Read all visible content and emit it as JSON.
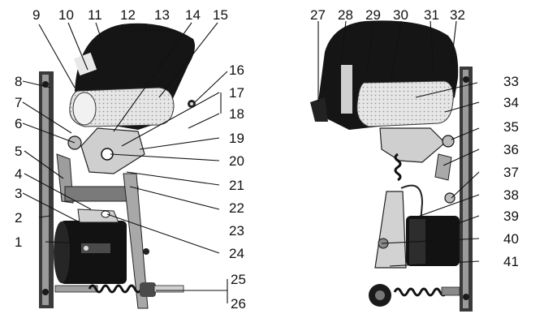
{
  "callouts": [
    "1",
    "2",
    "3",
    "4",
    "5",
    "6",
    "7",
    "8",
    "9",
    "10",
    "11",
    "12",
    "13",
    "14",
    "15",
    "16",
    "17",
    "18",
    "19",
    "20",
    "21",
    "22",
    "23",
    "24",
    "25",
    "26",
    "27",
    "28",
    "29",
    "30",
    "31",
    "32",
    "33",
    "34",
    "35",
    "36",
    "37",
    "38",
    "39",
    "40",
    "41"
  ],
  "colors": {
    "ink": "#111111",
    "housing": "#151515",
    "metal_light": "#d8d8d8",
    "metal_mid": "#9a9a9a",
    "background": "#ffffff"
  }
}
